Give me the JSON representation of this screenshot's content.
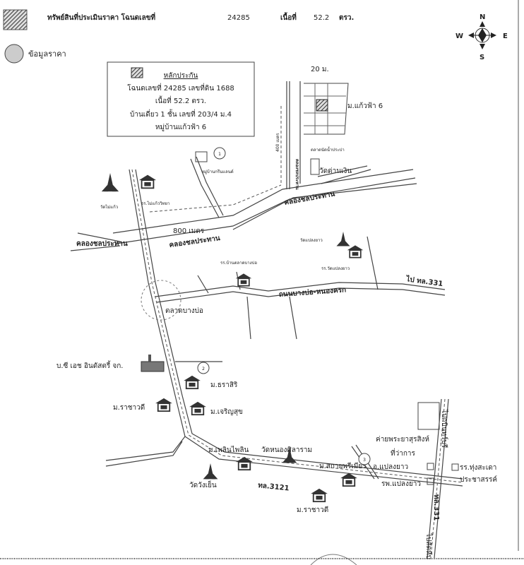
{
  "legend": {
    "subject_label": "ทรัพย์สินที่ประเมินราคา โฉนดเลขที่",
    "deed_no": "24285",
    "area_label": "เนื้อที่",
    "area_value": "52.2",
    "area_unit": "ตรว.",
    "price_data_label": "ข้อมูลราคา"
  },
  "compass": {
    "n": "N",
    "s": "S",
    "e": "E",
    "w": "W"
  },
  "collateral_box": {
    "title": "หลักประกัน",
    "line1": "โฉนดเลขที่ 24285  เลขที่ดิน 1688",
    "line2": "เนื้อที่ 52.2 ตรว.",
    "line3": "บ้านเดี่ยว 1 ชั้น เลขที่ 203/4 ม.4",
    "line4": "หมู่บ้านแก้วฟ้า 6"
  },
  "map_labels": {
    "width_20m": "20 ม.",
    "village_kaewfa": "ม.แก้วฟ้า 6",
    "dist_400": "400 เมตร",
    "dist_800": "800 เมตร",
    "canal_v": "คลองชลประทาน",
    "canal_1": "คลองชลประทาน",
    "canal_2": "คลองชลประทาน",
    "canal_3": "คลองชลประทาน",
    "water_market": "ตลาดนัดน้ำประปา",
    "wat_danngoen": "วัดด่านเงิน",
    "greenland": "หมู่บ้านกรีนแลนด์",
    "marker1": "1",
    "marker2": "2",
    "marker3": "3",
    "wat_maikaew": "วัดไม่แก้ว",
    "school_maikaew": "รร.ไม่แก้ววิทยา",
    "wat_plaengyao": "วัดแปลงยาว",
    "school_watplaengyao": "รร.วัดแปลงยาว",
    "school_talatbangbo": "รร.บ้านตลาดบางบ่อ",
    "road_bangbo": "ถนนบางบ่อ-หนองครก",
    "to_331": "ไป ทล.331",
    "talat_bangbo": "ตลาดบางบ่อ",
    "ch_industry": "บ.ซี เอช อินดัสตรี้ จก.",
    "m_tharasiri": "ม.ธราสิริ",
    "m_rachawadee_1": "ม.ราชาวดี",
    "m_charoensuk": "ม.เจริญสุข",
    "camp": "ค่ายพระยาสุรสิงห์",
    "office": "ที่ว่าการ",
    "amphoe": "อ.แปลงยาว",
    "school_thungsadao_1": "รร.ทุ่งสะเดา",
    "school_thungsadao_2": "ประชาสรรค์",
    "m_ploenpailin": "ม.เพลินไพลิน",
    "wat_nongsila": "วัดหนองศิลาราม",
    "m_skypremier": "ม.สกายพรีเมียร์",
    "hospital": "รพ.แปลงยาว",
    "road_3121": "ทล.3121",
    "wat_wangyen": "วัดวังเย็น",
    "m_rachawadee_2": "ม.ราชาวดี",
    "to_kabin": "ไปกบินทร์บุรี",
    "road_331": "ทล.331",
    "to_sattahip": "ไปสัตหีบ"
  }
}
